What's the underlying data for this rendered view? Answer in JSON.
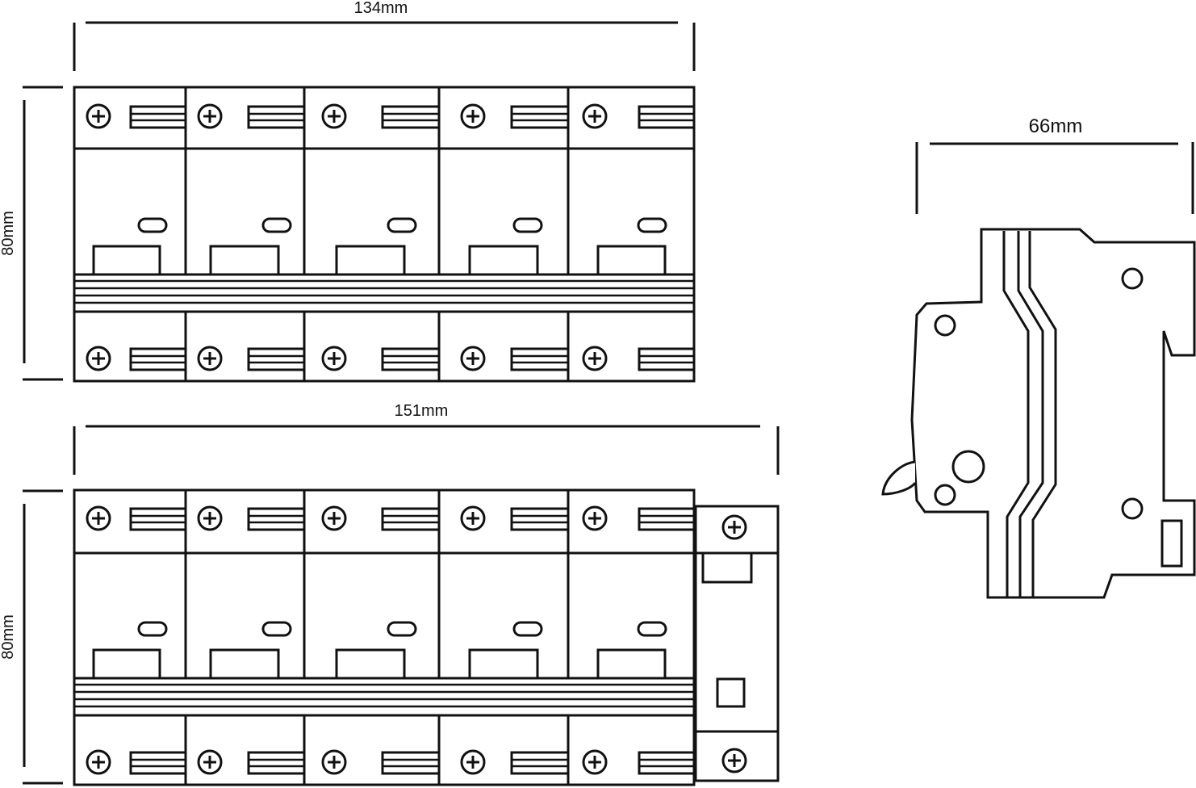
{
  "dimensions": {
    "top_width": "134mm",
    "top_height": "80mm",
    "bottom_width": "151mm",
    "bottom_height": "80mm",
    "side_width": "66mm"
  }
}
